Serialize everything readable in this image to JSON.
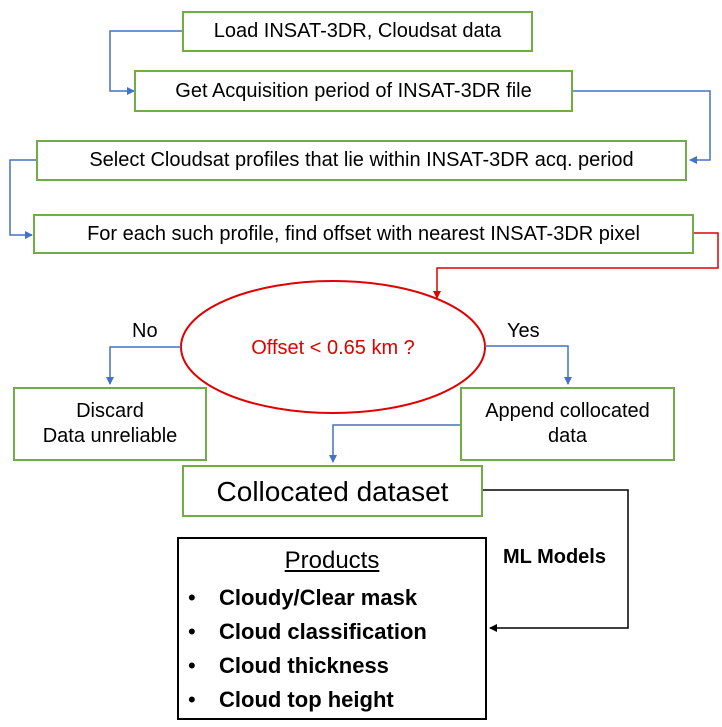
{
  "boxes": {
    "load": "Load INSAT-3DR, Cloudsat data",
    "acq": "Get Acquisition period of INSAT-3DR file",
    "select": "Select Cloudsat profiles that lie within INSAT-3DR acq. period",
    "offset": "For each such profile, find offset with nearest INSAT-3DR pixel",
    "discard_line1": "Discard",
    "discard_line2": "Data unreliable",
    "append_line1": "Append collocated",
    "append_line2": "data",
    "collocated": "Collocated dataset"
  },
  "decision": {
    "text": "Offset < 0.65 km ?",
    "no_label": "No",
    "yes_label": "Yes"
  },
  "edge_label": "ML Models",
  "products": {
    "title": "Products",
    "bullet": "•",
    "items": [
      "Cloudy/Clear mask",
      "Cloud classification",
      "Cloud thickness",
      "Cloud top height"
    ]
  },
  "colors": {
    "box_border": "#70ad47",
    "flow_arrow": "#4472c4",
    "decision": "#e00000",
    "products_border": "#000000"
  }
}
